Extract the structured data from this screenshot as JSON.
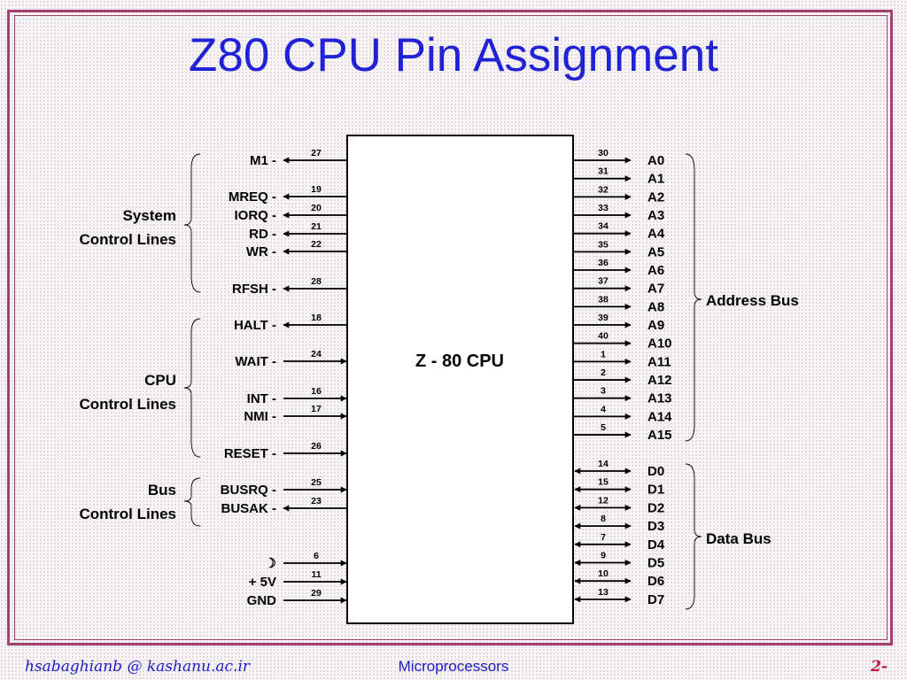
{
  "title": "Z80 CPU Pin Assignment",
  "chip_label": "Z - 80 CPU",
  "footer": {
    "left": "hsabaghianb @ kashanu.ac.ir",
    "center": "Microprocessors",
    "right": "2-"
  },
  "left_pins": [
    {
      "label": "M1 -",
      "pin": "27",
      "dir": "out"
    },
    {
      "label": "MREQ -",
      "pin": "19",
      "dir": "out"
    },
    {
      "label": "IORQ -",
      "pin": "20",
      "dir": "out"
    },
    {
      "label": "RD -",
      "pin": "21",
      "dir": "out"
    },
    {
      "label": "WR -",
      "pin": "22",
      "dir": "out"
    },
    {
      "label": "RFSH -",
      "pin": "28",
      "dir": "out"
    },
    {
      "label": "HALT -",
      "pin": "18",
      "dir": "out"
    },
    {
      "label": "WAIT -",
      "pin": "24",
      "dir": "in"
    },
    {
      "label": "INT -",
      "pin": "16",
      "dir": "in"
    },
    {
      "label": "NMI -",
      "pin": "17",
      "dir": "in"
    },
    {
      "label": "RESET -",
      "pin": "26",
      "dir": "in"
    },
    {
      "label": "BUSRQ -",
      "pin": "25",
      "dir": "in"
    },
    {
      "label": "BUSAK -",
      "pin": "23",
      "dir": "out"
    },
    {
      "label": "",
      "pin": "6",
      "dir": "in",
      "icon": "clock-icon"
    },
    {
      "label": "+ 5V",
      "pin": "11",
      "dir": "in"
    },
    {
      "label": "GND",
      "pin": "29",
      "dir": "in"
    }
  ],
  "address_pins": [
    {
      "label": "A0",
      "pin": "30"
    },
    {
      "label": "A1",
      "pin": "31"
    },
    {
      "label": "A2",
      "pin": "32"
    },
    {
      "label": "A3",
      "pin": "33"
    },
    {
      "label": "A4",
      "pin": "34"
    },
    {
      "label": "A5",
      "pin": "35"
    },
    {
      "label": "A6",
      "pin": "36"
    },
    {
      "label": "A7",
      "pin": "37"
    },
    {
      "label": "A8",
      "pin": "38"
    },
    {
      "label": "A9",
      "pin": "39"
    },
    {
      "label": "A10",
      "pin": "40"
    },
    {
      "label": "A11",
      "pin": "1"
    },
    {
      "label": "A12",
      "pin": "2"
    },
    {
      "label": "A13",
      "pin": "3"
    },
    {
      "label": "A14",
      "pin": "4"
    },
    {
      "label": "A15",
      "pin": "5"
    }
  ],
  "data_pins": [
    {
      "label": "D0",
      "pin": "14"
    },
    {
      "label": "D1",
      "pin": "15"
    },
    {
      "label": "D2",
      "pin": "12"
    },
    {
      "label": "D3",
      "pin": "8"
    },
    {
      "label": "D4",
      "pin": "7"
    },
    {
      "label": "D5",
      "pin": "9"
    },
    {
      "label": "D6",
      "pin": "10"
    },
    {
      "label": "D7",
      "pin": "13"
    }
  ],
  "groups": {
    "system": [
      "System",
      "Control Lines"
    ],
    "cpu": [
      "CPU",
      "Control Lines"
    ],
    "bus": [
      "Bus",
      "Control Lines"
    ],
    "address": "Address Bus",
    "data": "Data Bus"
  }
}
